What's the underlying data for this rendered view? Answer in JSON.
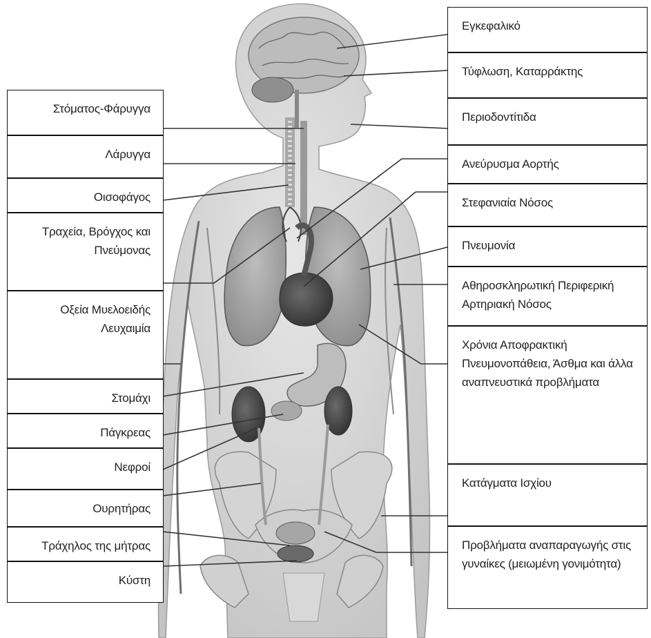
{
  "labels_left": [
    {
      "id": "stomatos-faryngga",
      "text": "Στόματος-Φάρυγγα"
    },
    {
      "id": "larygga",
      "text": "Λάρυγγα"
    },
    {
      "id": "oisofagos",
      "text": "Οισοφάγος"
    },
    {
      "id": "tracheia",
      "text": "Τραχεία, Βρόγχος και\nΠνεύμονας"
    },
    {
      "id": "leuchaimia",
      "text": "Οξεία Μυελοειδής\nΛευχαιμία"
    },
    {
      "id": "stomachi",
      "text": "Στομάχι"
    },
    {
      "id": "pagkreas",
      "text": "Πάγκρεας"
    },
    {
      "id": "nefroi",
      "text": "Νεφροί"
    },
    {
      "id": "ourhthras",
      "text": "Ουρητήρας"
    },
    {
      "id": "trachilos",
      "text": "Τράχηλος της μήτρας"
    },
    {
      "id": "kysti",
      "text": "Κύστη"
    }
  ],
  "labels_right": [
    {
      "id": "egkefaliko",
      "text": "Εγκεφαλικό"
    },
    {
      "id": "tyflosi",
      "text": "Τύφλωση, Καταρράκτης"
    },
    {
      "id": "periodontitida",
      "text": "Περιοδοντίτιδα"
    },
    {
      "id": "aneurysma",
      "text": "Ανεύρυσμα Αορτής"
    },
    {
      "id": "stefaniaia",
      "text": "Στεφανιαία Νόσος"
    },
    {
      "id": "pneumonia",
      "text": "Πνευμονία"
    },
    {
      "id": "athiroskliro",
      "text": "Αθηροσκληρωτική Περιφερική\nΑρτηριακή Νόσος"
    },
    {
      "id": "chronia",
      "text": "Χρόνια Αποφρακτική\nΠνευμονοπάθεια, Άσθμα και άλλα\nαναπνευστικά προβλήματα"
    },
    {
      "id": "katagmata",
      "text": "Κατάγματα Ισχίου"
    },
    {
      "id": "provlimata",
      "text": "Προβλήματα  αναπαραγωγής στις\nγυναίκες (μειωμένη γονιμότητα)"
    }
  ]
}
